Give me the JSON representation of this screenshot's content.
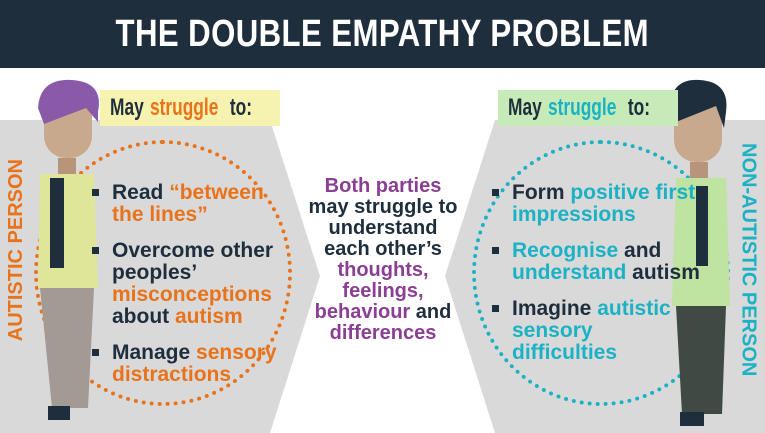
{
  "title": "THE DOUBLE EMPATHY PROBLEM",
  "left": {
    "vertical_label": "AUTISTIC PERSON",
    "label_prefix": "May ",
    "label_highlight": "struggle",
    "label_suffix": " to:",
    "items": [
      {
        "plain": "Read ",
        "highlight": "“between the lines”",
        "tail": ""
      },
      {
        "plain": "Overcome other peoples’ ",
        "highlight": "misconceptions",
        "tail": " about ",
        "highlight2": "autism"
      },
      {
        "plain": "Manage ",
        "highlight": "sensory distractions",
        "tail": ""
      }
    ]
  },
  "right": {
    "vertical_label": "NON-AUTISTIC PERSON",
    "label_prefix": "May ",
    "label_highlight": "struggle",
    "label_suffix": " to:",
    "items": [
      {
        "plain": "Form ",
        "highlight": "positive first impressions",
        "tail": ""
      },
      {
        "plain": "",
        "highlight": "Recognise",
        "tail": " and ",
        "highlight2": "understand",
        "tail2": " autism"
      },
      {
        "plain": "Imagine ",
        "highlight": "autistic sensory difficulties",
        "tail": ""
      }
    ]
  },
  "center": {
    "line1": "Both parties",
    "line2": "may struggle to understand each other’s",
    "h1": "thoughts,",
    "h2": "feelings,",
    "h3": "behaviour",
    "and": " and",
    "h4": "differences"
  },
  "colors": {
    "navy": "#1f2e3d",
    "orange": "#e8731a",
    "teal": "#1ab2c4",
    "purple": "#8a3f93",
    "panel_grey": "#d9d9d9"
  }
}
